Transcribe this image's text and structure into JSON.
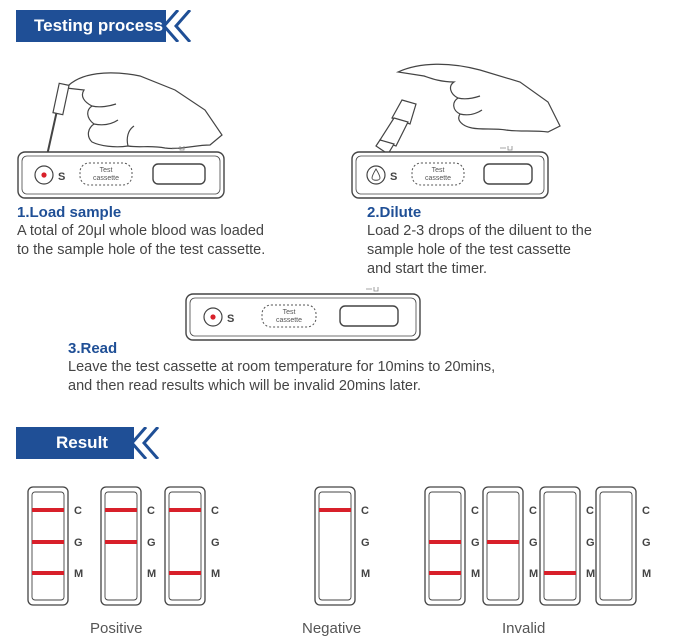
{
  "sections": {
    "testing": {
      "title": "Testing process"
    },
    "result": {
      "title": "Result"
    }
  },
  "cassette": {
    "window_text_line1": "Test",
    "window_text_line2": "cassette",
    "sample_mark": "S"
  },
  "steps": [
    {
      "title": "1.Load sample",
      "lines": [
        "A total of 20μl whole blood was loaded",
        "to the sample hole of the test cassette."
      ]
    },
    {
      "title": "2.Dilute",
      "lines": [
        "Load 2-3 drops of the diluent to the",
        "sample hole of the test cassette",
        "and start the timer."
      ]
    },
    {
      "title": "3.Read",
      "lines": [
        "Leave the test cassette at room temperature for 10mins to 20mins,",
        "and then read results which will be invalid 20mins later."
      ]
    }
  ],
  "strip_labels": {
    "c": "C",
    "g": "G",
    "m": "M"
  },
  "results": {
    "positive": {
      "caption": "Positive",
      "strips": [
        [
          "C",
          "G",
          "M"
        ],
        [
          "C",
          "G"
        ],
        [
          "C",
          "M"
        ]
      ]
    },
    "negative": {
      "caption": "Negative",
      "strips": [
        [
          "C"
        ]
      ]
    },
    "invalid": {
      "caption": "Invalid",
      "strips": [
        [
          "G",
          "M"
        ],
        [
          "G"
        ],
        [
          "M"
        ],
        []
      ]
    }
  },
  "colors": {
    "brand_blue": "#1f4f96",
    "line_red": "#d8202a",
    "outline": "#555555"
  }
}
